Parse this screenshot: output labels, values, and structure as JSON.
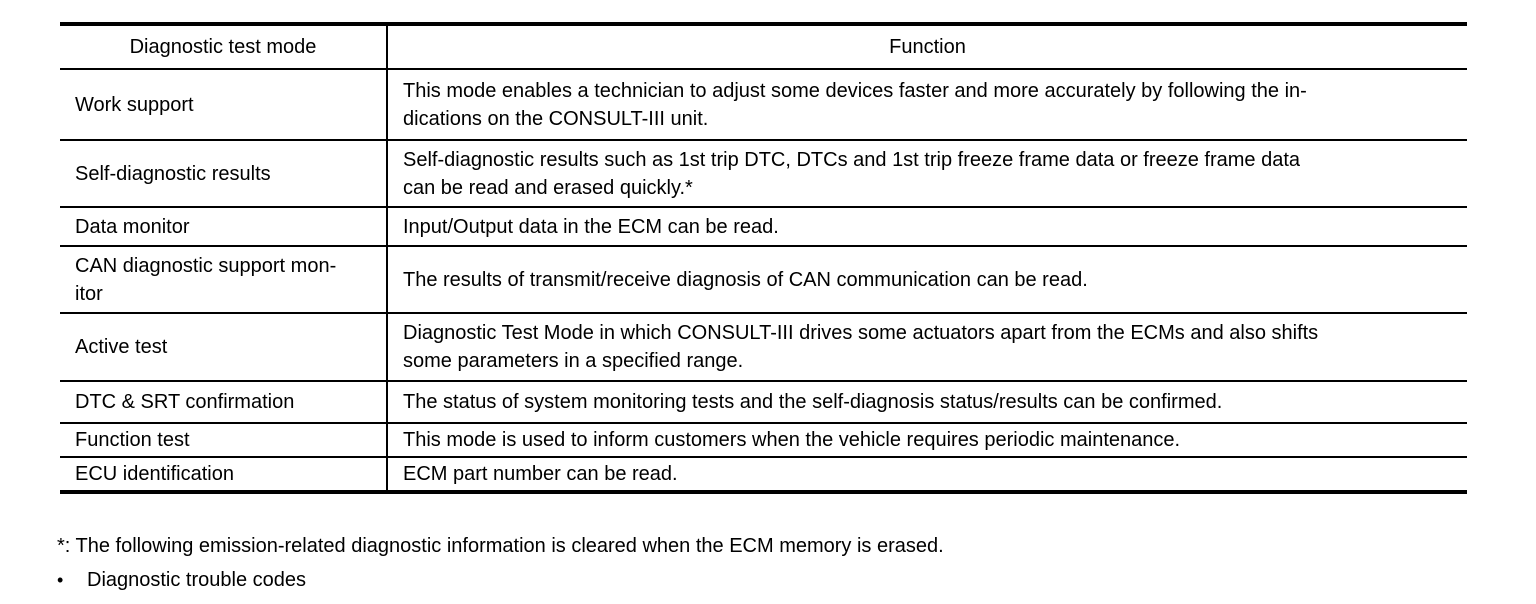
{
  "page": {
    "background_color": "#ffffff",
    "text_color": "#000000"
  },
  "table": {
    "columns": {
      "mode_header": "Diagnostic test mode",
      "function_header": "Function"
    },
    "rows": [
      {
        "mode": "Work support",
        "function": "This mode enables a technician to adjust some devices faster and more accurately by following the in-\ndications on the CONSULT-III unit."
      },
      {
        "mode": "Self-diagnostic results",
        "function": "Self-diagnostic results such as 1st trip DTC, DTCs and 1st trip freeze frame data or freeze frame data\ncan be read and erased quickly.*"
      },
      {
        "mode": "Data monitor",
        "function": "Input/Output data in the ECM can be read."
      },
      {
        "mode": "CAN diagnostic support mon-\nitor",
        "function": "The results of transmit/receive diagnosis of CAN communication can be read."
      },
      {
        "mode": "Active test",
        "function": "Diagnostic Test Mode in which CONSULT-III drives some actuators apart from the ECMs and also shifts\nsome parameters in a specified range."
      },
      {
        "mode": "DTC & SRT confirmation",
        "function": "The status of system monitoring tests and the self-diagnosis status/results can be confirmed."
      },
      {
        "mode": "Function test",
        "function": "This mode is used to inform customers when the vehicle requires periodic maintenance."
      },
      {
        "mode": "ECU identification",
        "function": "ECM part number can be read."
      }
    ]
  },
  "footnote": "*: The following emission-related diagnostic information is cleared when the ECM memory is erased.",
  "bullet_items": [
    {
      "marker": "•",
      "text": "Diagnostic trouble codes"
    }
  ]
}
